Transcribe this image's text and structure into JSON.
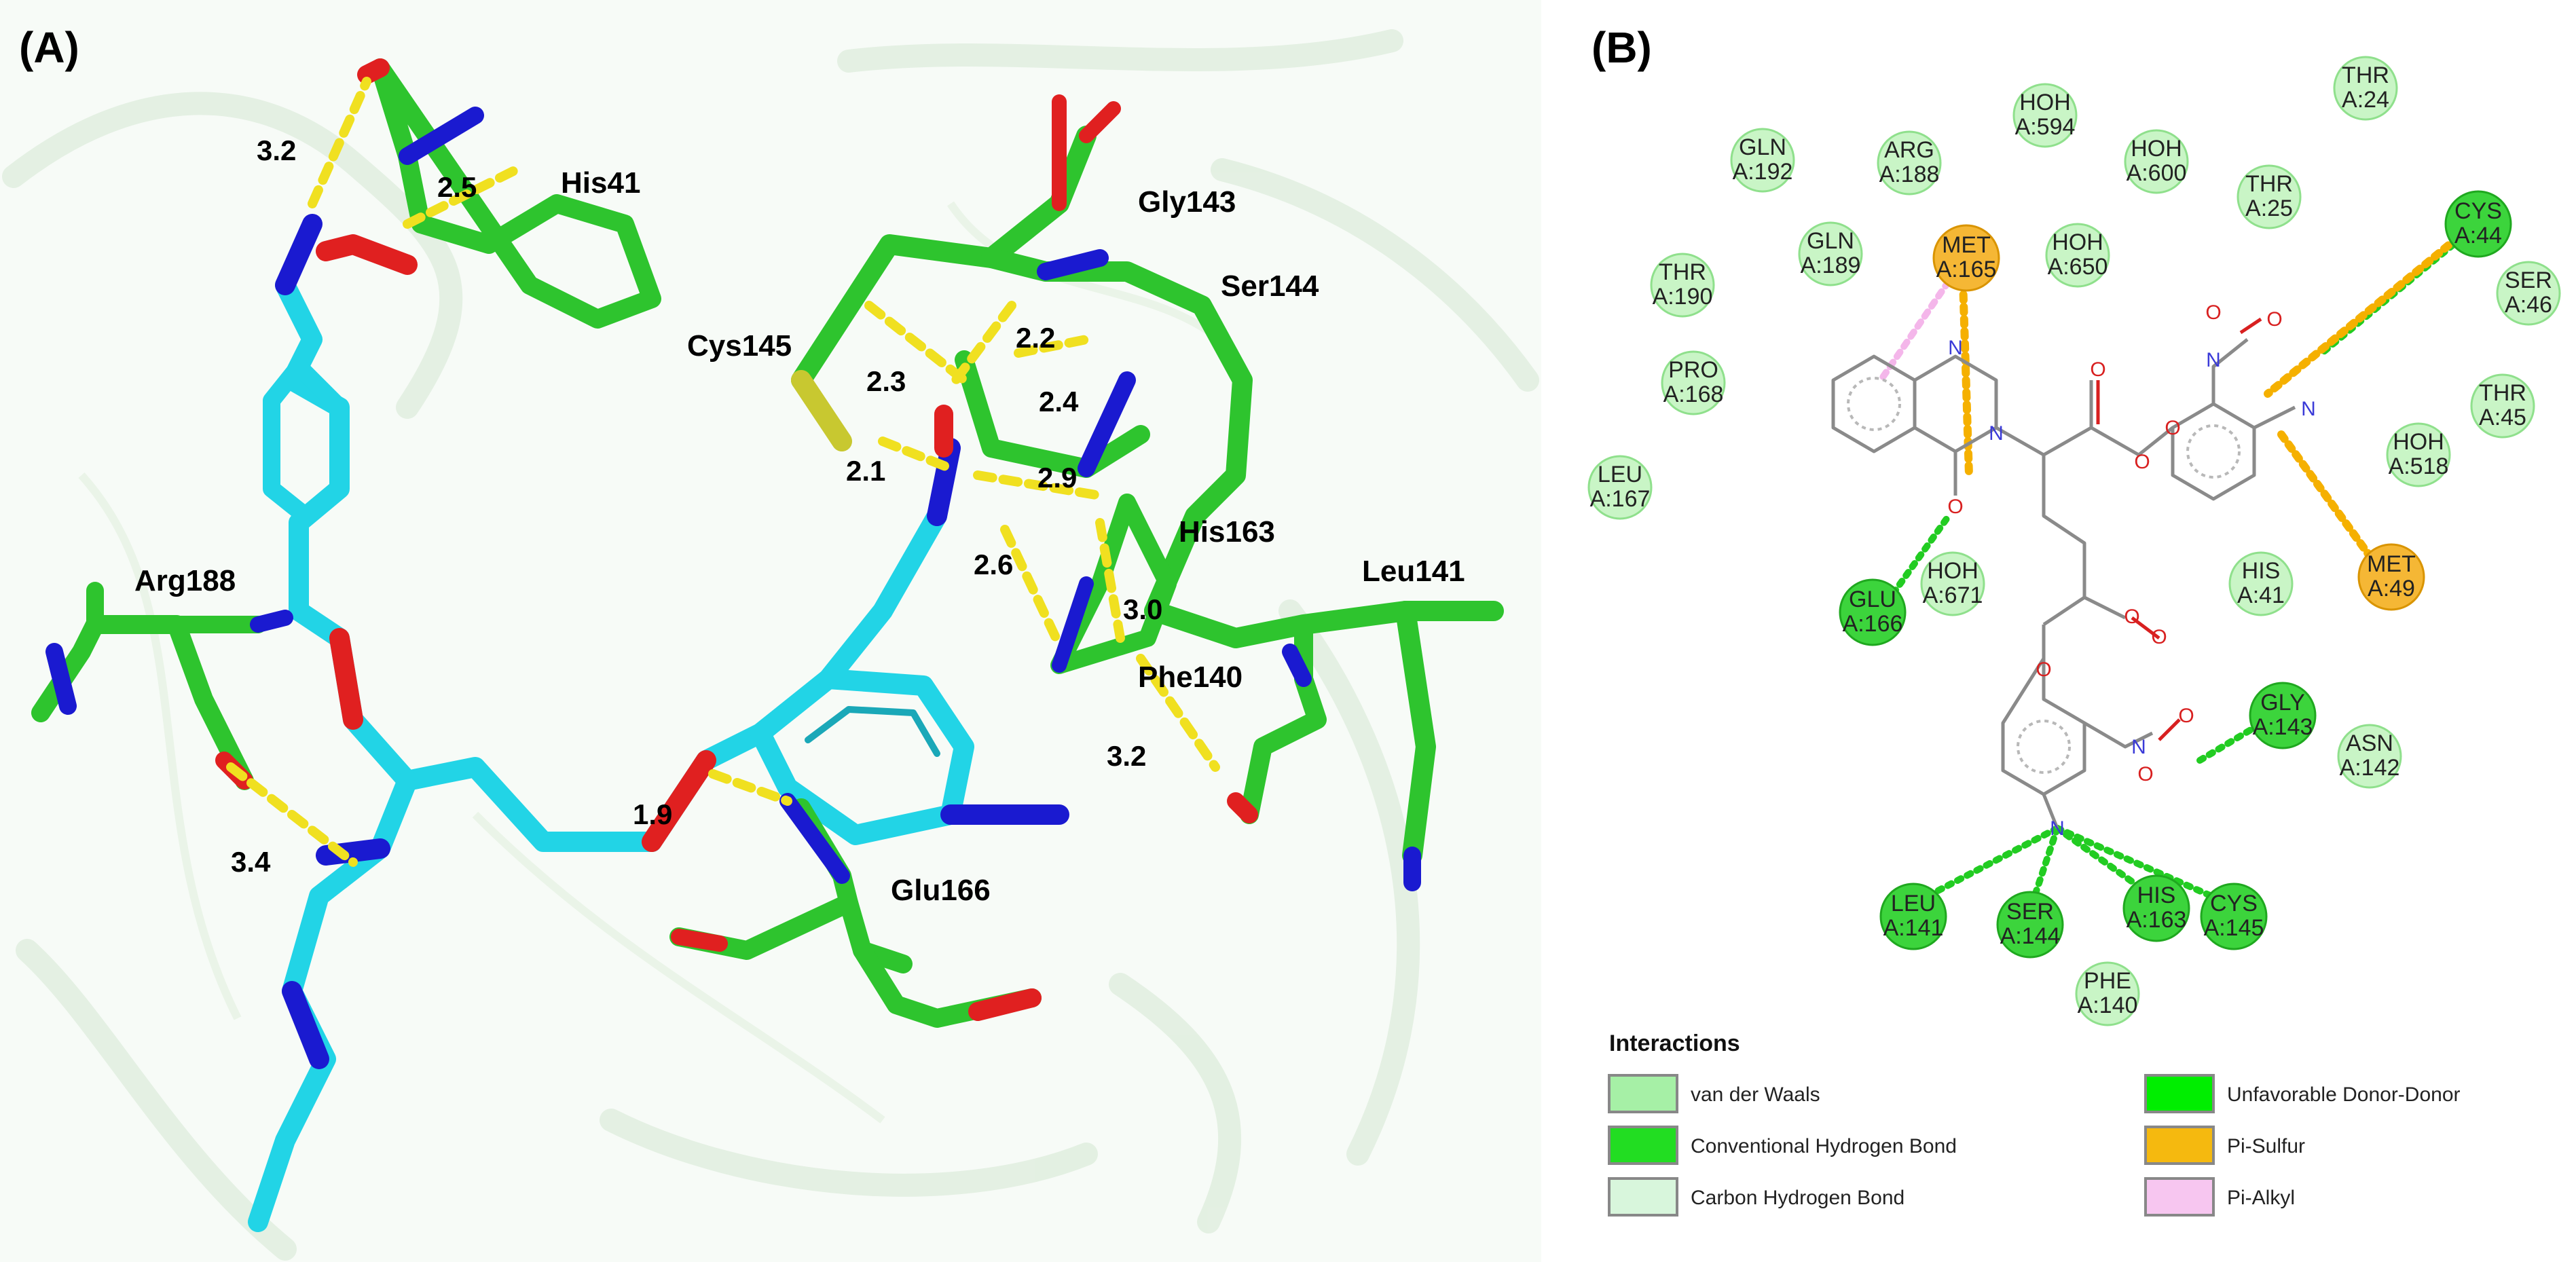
{
  "panels": {
    "a_label": "(A)",
    "b_label": "(B)"
  },
  "panel_a": {
    "residues": [
      {
        "text": "His41"
      },
      {
        "text": "Gly143"
      },
      {
        "text": "Ser144"
      },
      {
        "text": "Cys145"
      },
      {
        "text": "His163"
      },
      {
        "text": "Leu141"
      },
      {
        "text": "Arg188"
      },
      {
        "text": "Phe140"
      },
      {
        "text": "Glu166"
      }
    ],
    "distances": [
      {
        "text": "3.2"
      },
      {
        "text": "2.5"
      },
      {
        "text": "2.2"
      },
      {
        "text": "2.3"
      },
      {
        "text": "2.4"
      },
      {
        "text": "2.1"
      },
      {
        "text": "2.9"
      },
      {
        "text": "2.6"
      },
      {
        "text": "3.0"
      },
      {
        "text": "3.2"
      },
      {
        "text": "3.4"
      },
      {
        "text": "1.9"
      }
    ]
  },
  "panel_b": {
    "residues": [
      {
        "l1": "GLN",
        "l2": "A:192",
        "kind": "vdw"
      },
      {
        "l1": "ARG",
        "l2": "A:188",
        "kind": "vdw"
      },
      {
        "l1": "HOH",
        "l2": "A:594",
        "kind": "vdw"
      },
      {
        "l1": "HOH",
        "l2": "A:600",
        "kind": "vdw"
      },
      {
        "l1": "THR",
        "l2": "A:24",
        "kind": "vdw"
      },
      {
        "l1": "THR",
        "l2": "A:25",
        "kind": "vdw"
      },
      {
        "l1": "THR",
        "l2": "A:190",
        "kind": "vdw"
      },
      {
        "l1": "GLN",
        "l2": "A:189",
        "kind": "vdw"
      },
      {
        "l1": "MET",
        "l2": "A:165",
        "kind": "pisulfur"
      },
      {
        "l1": "HOH",
        "l2": "A:650",
        "kind": "vdw"
      },
      {
        "l1": "CYS",
        "l2": "A:44",
        "kind": "hbond"
      },
      {
        "l1": "SER",
        "l2": "A:46",
        "kind": "vdw"
      },
      {
        "l1": "PRO",
        "l2": "A:168",
        "kind": "vdw"
      },
      {
        "l1": "THR",
        "l2": "A:45",
        "kind": "vdw"
      },
      {
        "l1": "HOH",
        "l2": "A:518",
        "kind": "vdw"
      },
      {
        "l1": "LEU",
        "l2": "A:167",
        "kind": "vdw"
      },
      {
        "l1": "GLU",
        "l2": "A:166",
        "kind": "hbond"
      },
      {
        "l1": "HOH",
        "l2": "A:671",
        "kind": "vdw"
      },
      {
        "l1": "HIS",
        "l2": "A:41",
        "kind": "vdw"
      },
      {
        "l1": "MET",
        "l2": "A:49",
        "kind": "pisulfur"
      },
      {
        "l1": "GLY",
        "l2": "A:143",
        "kind": "hbond"
      },
      {
        "l1": "ASN",
        "l2": "A:142",
        "kind": "vdw"
      },
      {
        "l1": "LEU",
        "l2": "A:141",
        "kind": "hbond"
      },
      {
        "l1": "SER",
        "l2": "A:144",
        "kind": "hbond"
      },
      {
        "l1": "HIS",
        "l2": "A:163",
        "kind": "hbond"
      },
      {
        "l1": "CYS",
        "l2": "A:145",
        "kind": "hbond"
      },
      {
        "l1": "PHE",
        "l2": "A:140",
        "kind": "vdw"
      }
    ],
    "atoms": [
      {
        "text": "N",
        "color": "#3a3ad8"
      },
      {
        "text": "N",
        "color": "#3a3ad8"
      },
      {
        "text": "O",
        "color": "#d82020"
      },
      {
        "text": "O",
        "color": "#d82020"
      },
      {
        "text": "O",
        "color": "#d82020"
      },
      {
        "text": "O",
        "color": "#d82020"
      },
      {
        "text": "N",
        "color": "#3a3ad8"
      },
      {
        "text": "O",
        "color": "#d82020"
      },
      {
        "text": "O",
        "color": "#d82020"
      },
      {
        "text": "N",
        "color": "#3a3ad8"
      },
      {
        "text": "O",
        "color": "#d82020"
      },
      {
        "text": "O",
        "color": "#d82020"
      },
      {
        "text": "O",
        "color": "#d82020"
      },
      {
        "text": "N",
        "color": "#3a3ad8"
      },
      {
        "text": "O",
        "color": "#d82020"
      },
      {
        "text": "O",
        "color": "#d82020"
      },
      {
        "text": "N",
        "color": "#3a3ad8"
      }
    ],
    "legend": {
      "title": "Interactions",
      "items": [
        {
          "label": "van der Waals",
          "color": "#a6f0a6"
        },
        {
          "label": "Conventional Hydrogen Bond",
          "color": "#22dd22"
        },
        {
          "label": "Carbon Hydrogen Bond",
          "color": "#d8f6dc"
        },
        {
          "label": "Unfavorable Donor-Donor",
          "color": "#00ee00"
        },
        {
          "label": "Pi-Sulfur",
          "color": "#f5b90f"
        },
        {
          "label": "Pi-Alkyl",
          "color": "#f7c6f0"
        }
      ]
    }
  },
  "colors": {
    "vdw_fill": "#c9f5c6",
    "vdw_stroke": "#8fe08c",
    "hbond_fill": "#3cd43c",
    "hbond_stroke": "#1fa81f",
    "pisulfur_fill": "#f5b735",
    "pisulfur_stroke": "#d99400",
    "pialkyl": "#f4b6ea",
    "hbond_line": "#22cc22",
    "pisulfur_line": "#f5b000",
    "carbon_green": "#2ec42e",
    "ligand_cyan": "#22d4e6",
    "nitrogen_blue": "#1a1ad0",
    "oxygen_red": "#e02020",
    "dist_yellow": "#f0e020"
  }
}
